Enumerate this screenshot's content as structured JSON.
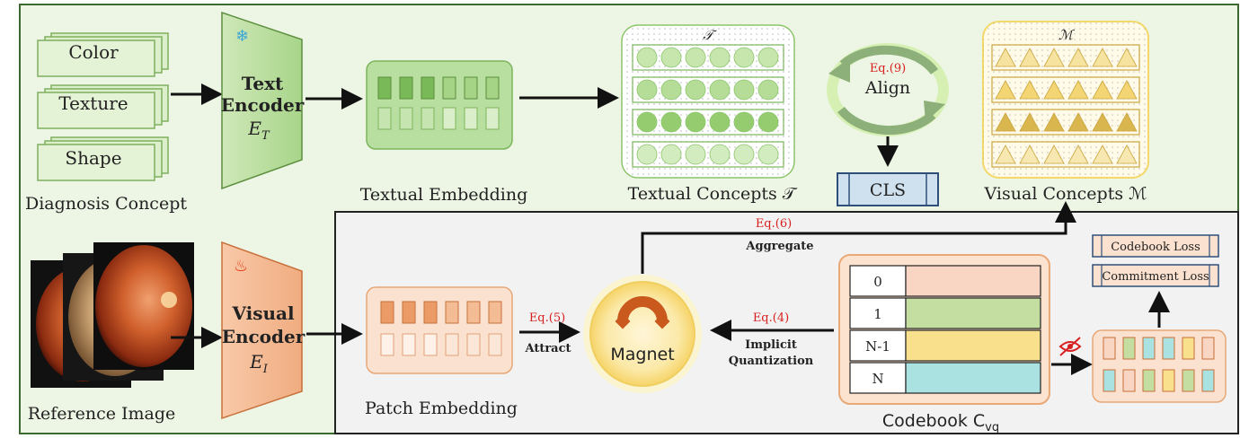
{
  "concepts": {
    "items": [
      "Color",
      "Texture",
      "Shape"
    ],
    "caption": "Diagnosis Concept"
  },
  "text_encoder": {
    "title_line1": "Text",
    "title_line2": "Encoder",
    "symbol": "E",
    "subscript": "T"
  },
  "visual_encoder": {
    "title_line1": "Visual",
    "title_line2": "Encoder",
    "symbol": "E",
    "subscript": "I"
  },
  "textual_embedding": {
    "caption": "Textual Embedding"
  },
  "textual_concepts": {
    "symbol": "𝒯",
    "caption": "Textual Concepts 𝒯"
  },
  "visual_concepts": {
    "symbol": "ℳ",
    "caption": "Visual Concepts ℳ"
  },
  "align": {
    "eq": "Eq.(9)",
    "label": "Align"
  },
  "cls": {
    "label": "CLS"
  },
  "reference_image": {
    "caption": "Reference Image"
  },
  "patch_embedding": {
    "caption": "Patch Embedding"
  },
  "magnet": {
    "label": "Magnet"
  },
  "aggregate": {
    "eq": "Eq.(6)",
    "label": "Aggregate"
  },
  "attract": {
    "eq": "Eq.(5)",
    "label": "Attract"
  },
  "quantization": {
    "eq": "Eq.(4)",
    "label_line1": "Implicit",
    "label_line2": "Quantization"
  },
  "codebook": {
    "rows": [
      "0",
      "1",
      "N-1",
      "N"
    ],
    "row_colors": [
      "#f9d5c4",
      "#c4dea2",
      "#f8e08d",
      "#a9e2e0"
    ],
    "caption": "Codebook C",
    "caption_sub": "vq"
  },
  "losses": {
    "codebook": "Codebook Loss",
    "commitment": "Commitment Loss"
  },
  "colors": {
    "top_panel": "#edf5e4",
    "bottom_panel": "#f2f2f2",
    "green_accent": "#8cc66a",
    "orange_accent": "#e8a877",
    "yellow_accent": "#f4d86a",
    "eq_red": "#d81f1f"
  }
}
